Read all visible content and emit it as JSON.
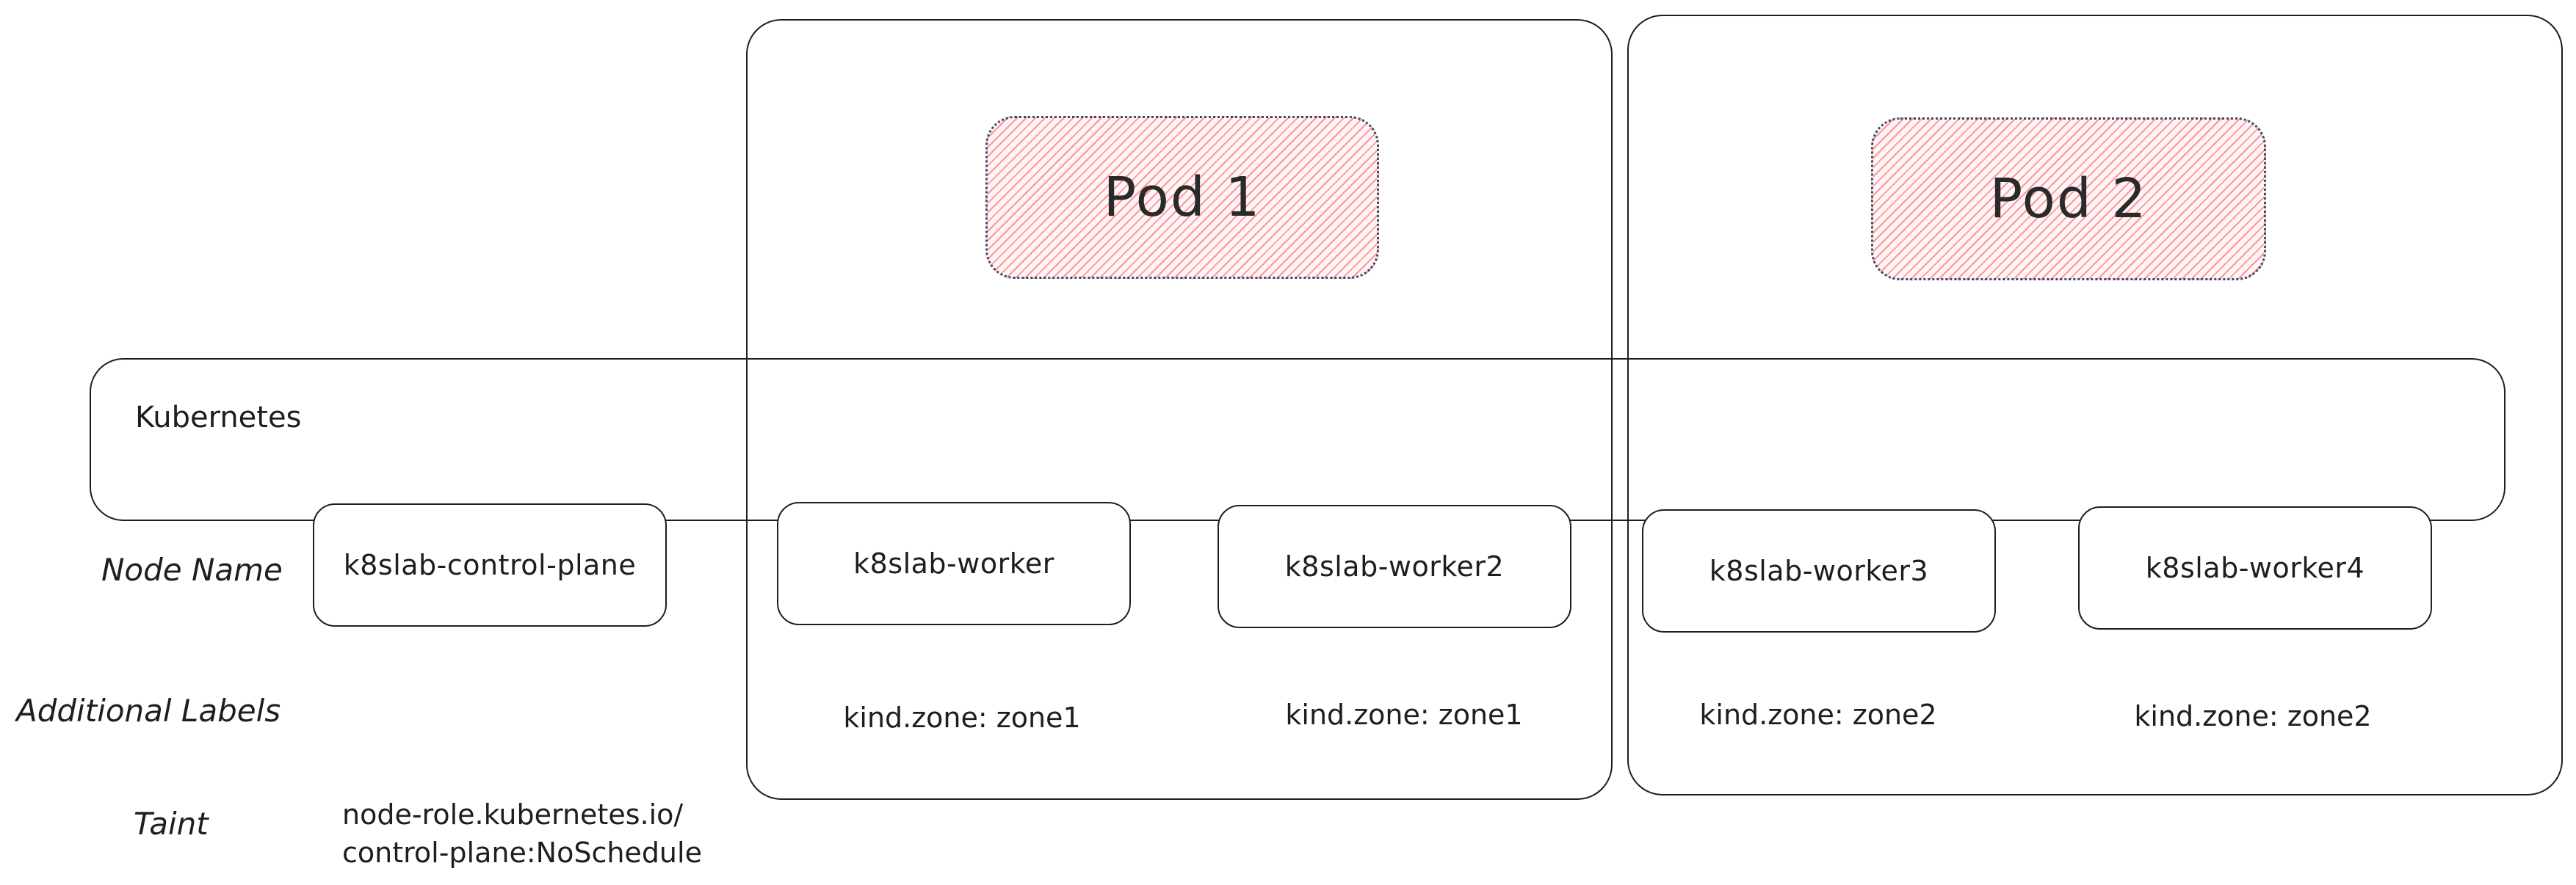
{
  "zone_groups": {
    "zone1": {
      "pod_label": "Pod 1"
    },
    "zone2": {
      "pod_label": "Pod 2"
    }
  },
  "cluster": {
    "label": "Kubernetes"
  },
  "row_labels": {
    "node_name": "Node Name",
    "additional_labels": "Additional Labels",
    "taint": "Taint"
  },
  "nodes": [
    {
      "name": "k8slab-control-plane",
      "label": "",
      "taint_line1": "node-role.kubernetes.io/",
      "taint_line2": "control-plane:NoSchedule"
    },
    {
      "name": "k8slab-worker",
      "label": "kind.zone: zone1"
    },
    {
      "name": "k8slab-worker2",
      "label": "kind.zone: zone1"
    },
    {
      "name": "k8slab-worker3",
      "label": "kind.zone: zone2"
    },
    {
      "name": "k8slab-worker4",
      "label": "kind.zone: zone2"
    }
  ],
  "colors": {
    "stroke": "#1e1e1e",
    "pod_hatch": "#ff828c",
    "pod_border": "#3b4a6b"
  }
}
